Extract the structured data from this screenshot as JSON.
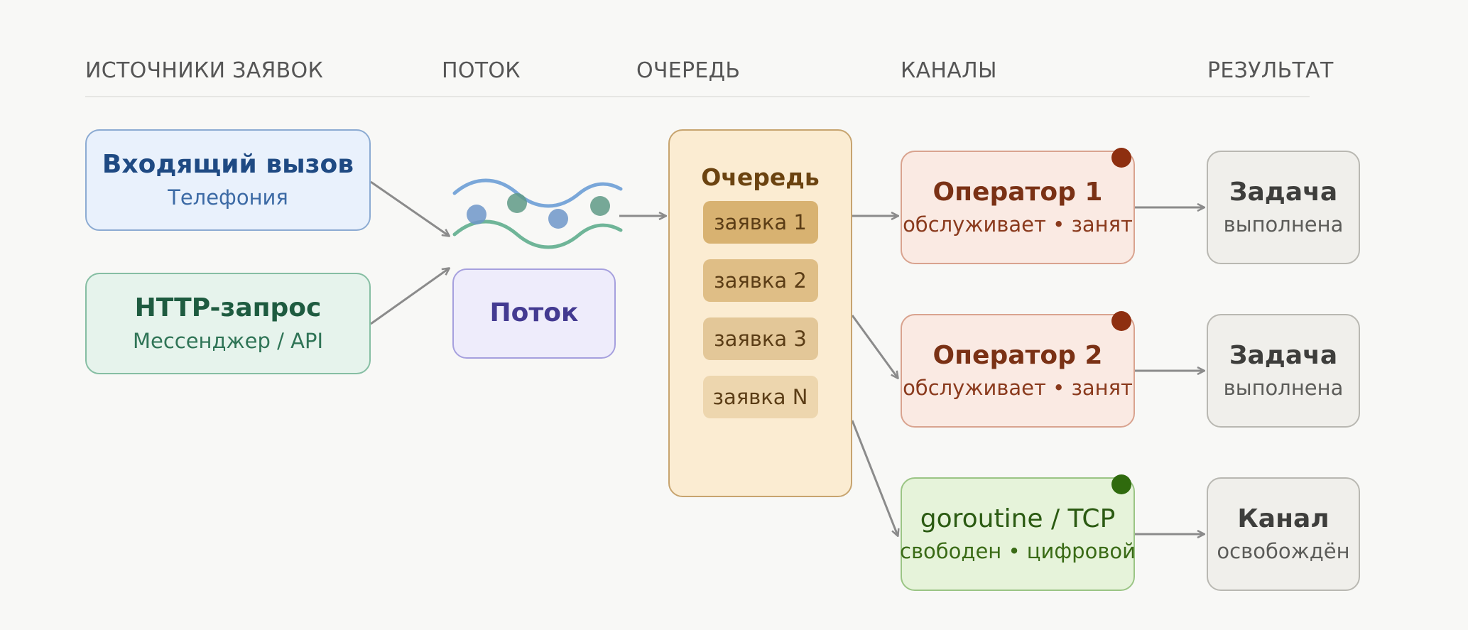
{
  "headers": {
    "sources": "ИСТОЧНИКИ ЗАЯВОК",
    "flow": "ПОТОК",
    "queue": "ОЧЕРЕДЬ",
    "channels": "КАНАЛЫ",
    "result": "РЕЗУЛЬТАТ"
  },
  "sources": [
    {
      "title": "Входящий вызов",
      "subtitle": "Телефония"
    },
    {
      "title": "HTTP-запрос",
      "subtitle": "Мессенджер / API"
    }
  ],
  "flow": {
    "title": "Поток"
  },
  "queue": {
    "title": "Очередь",
    "items": [
      "заявка 1",
      "заявка 2",
      "заявка 3",
      "заявка N"
    ]
  },
  "channels": [
    {
      "title": "Оператор 1",
      "status": "обслуживает • занят",
      "status_color": "#8e2f10"
    },
    {
      "title": "Оператор 2",
      "status": "обслуживает • занят",
      "status_color": "#8e2f10"
    },
    {
      "title": "goroutine / TCP",
      "status": "свободен • цифровой",
      "status_color": "#2f6a0d"
    }
  ],
  "results": [
    {
      "title": "Задача",
      "subtitle": "выполнена"
    },
    {
      "title": "Задача",
      "subtitle": "выполнена"
    },
    {
      "title": "Канал",
      "subtitle": "освобождён"
    }
  ],
  "colors": {
    "arrow": "#8b8b8b",
    "wave_blue": "#7aa7d9",
    "wave_green": "#6fb598"
  }
}
